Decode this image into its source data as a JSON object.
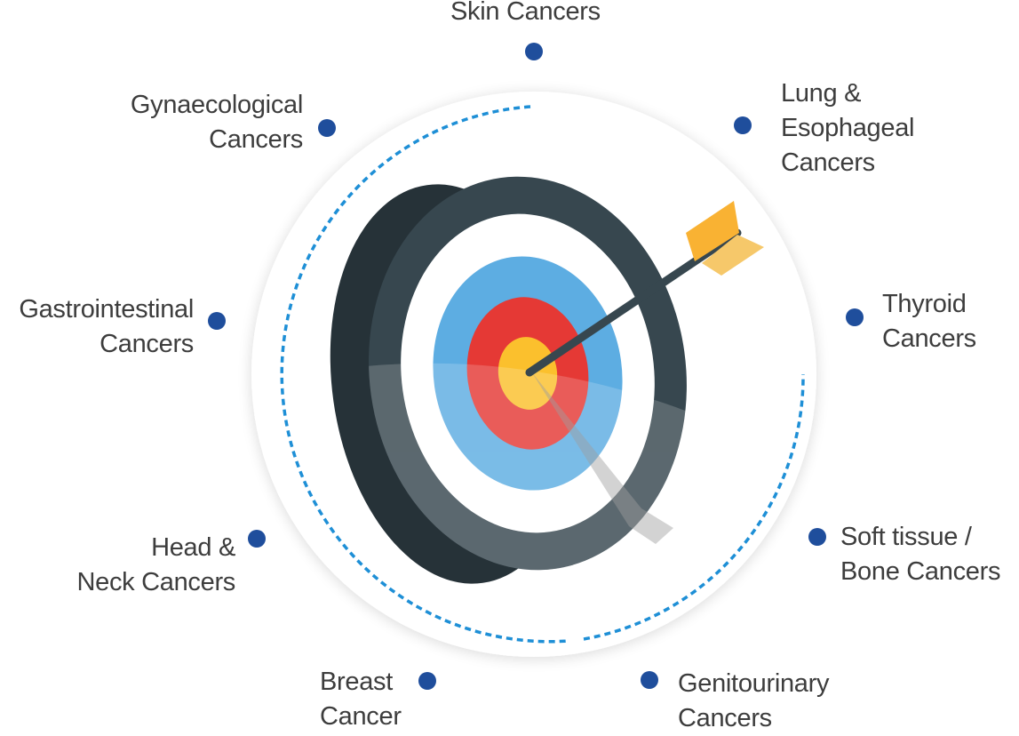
{
  "colors": {
    "dot": "#1f4e9c",
    "dashed_ring": "#1e8fd6",
    "text": "#3d3d3d",
    "target_dark": "#37474f",
    "target_side": "#263238",
    "ring_blue": "#5dade2",
    "ring_red": "#e53935",
    "bullseye": "#fbc02d",
    "arrow_fletching": "#f9b233"
  },
  "categories": [
    {
      "id": "skin",
      "lines": [
        "Skin Cancers"
      ]
    },
    {
      "id": "lung",
      "lines": [
        "Lung &",
        "Esophageal",
        "Cancers"
      ]
    },
    {
      "id": "thyroid",
      "lines": [
        "Thyroid",
        "Cancers"
      ]
    },
    {
      "id": "soft-tissue",
      "lines": [
        "Soft tissue /",
        "Bone Cancers"
      ]
    },
    {
      "id": "genitourinary",
      "lines": [
        "Genitourinary",
        "Cancers"
      ]
    },
    {
      "id": "breast",
      "lines": [
        "Breast",
        "Cancer"
      ]
    },
    {
      "id": "head-neck",
      "lines": [
        "Head &",
        "Neck Cancers"
      ]
    },
    {
      "id": "gastrointestinal",
      "lines": [
        "Gastrointestinal",
        "Cancers"
      ]
    },
    {
      "id": "gynaecological",
      "lines": [
        "Gynaecological",
        "Cancers"
      ]
    }
  ]
}
